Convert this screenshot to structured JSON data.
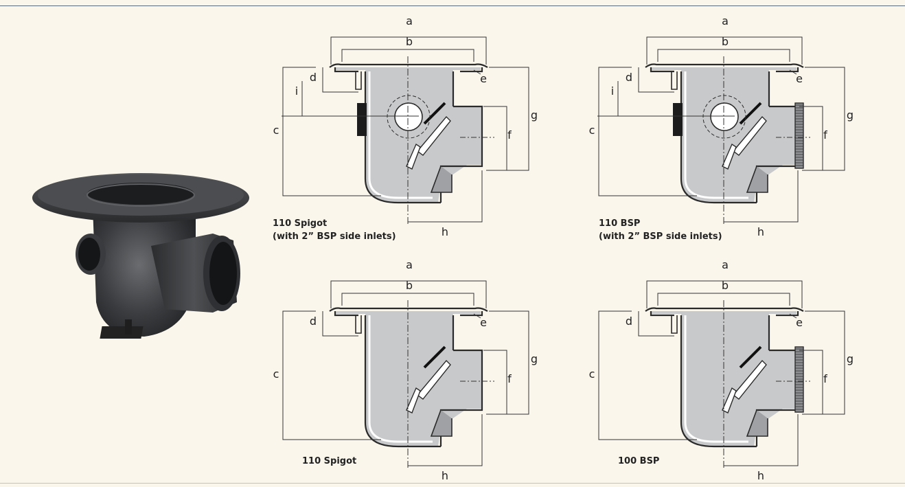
{
  "diagrams": [
    {
      "caption": "110 Spigot",
      "caption_sub": "(with 2” BSP side inlets)",
      "outlet": "spigot",
      "side_inlet": true,
      "labels": {
        "a": "a",
        "b": "b",
        "c": "c",
        "d": "d",
        "e": "e",
        "f": "f",
        "g": "g",
        "h": "h",
        "i": "i"
      }
    },
    {
      "caption": "110 BSP",
      "caption_sub": "(with 2” BSP side inlets)",
      "outlet": "threaded",
      "side_inlet": true,
      "labels": {
        "a": "a",
        "b": "b",
        "c": "c",
        "d": "d",
        "e": "e",
        "f": "f",
        "g": "g",
        "h": "h",
        "i": "i"
      }
    },
    {
      "caption": "110 Spigot",
      "caption_sub": "",
      "outlet": "spigot",
      "side_inlet": false,
      "labels": {
        "a": "a",
        "b": "b",
        "c": "c",
        "d": "d",
        "e": "e",
        "f": "f",
        "g": "g",
        "h": "h"
      }
    },
    {
      "caption": "100 BSP",
      "caption_sub": "",
      "outlet": "threaded",
      "side_inlet": false,
      "labels": {
        "a": "a",
        "b": "b",
        "c": "c",
        "d": "d",
        "e": "e",
        "f": "f",
        "g": "g",
        "h": "h"
      }
    }
  ],
  "colors": {
    "body_fill": "#c8c9cb",
    "outline": "#2a2a2a",
    "dimension_line": "#333333",
    "photo_dark": "#2e2f31",
    "background": "#faf6ec"
  }
}
